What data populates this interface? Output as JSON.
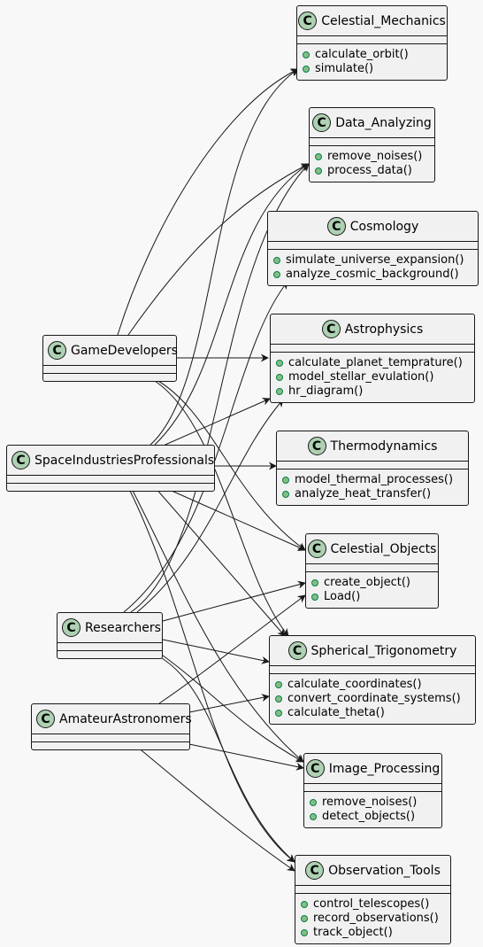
{
  "classes": [
    {
      "id": "celestial_mechanics",
      "name": "Celestial_Mechanics",
      "icon": "class-badge-icon",
      "methods": [
        "calculate_orbit()",
        "simulate()"
      ]
    },
    {
      "id": "data_analyzing",
      "name": "Data_Analyzing",
      "icon": "class-badge-icon",
      "methods": [
        "remove_noises()",
        "process_data()"
      ]
    },
    {
      "id": "cosmology",
      "name": "Cosmology",
      "icon": "class-badge-icon",
      "methods": [
        "simulate_universe_expansion()",
        "analyze_cosmic_background()"
      ]
    },
    {
      "id": "astrophysics",
      "name": "Astrophysics",
      "icon": "class-badge-icon",
      "methods": [
        "calculate_planet_temprature()",
        "model_stellar_evulation()",
        "hr_diagram()"
      ]
    },
    {
      "id": "thermodynamics",
      "name": "Thermodynamics",
      "icon": "class-badge-icon",
      "methods": [
        "model_thermal_processes()",
        "analyze_heat_transfer()"
      ]
    },
    {
      "id": "celestial_objects",
      "name": "Celestial_Objects",
      "icon": "class-badge-icon",
      "methods": [
        "create_object()",
        "Load()"
      ]
    },
    {
      "id": "spherical_trigonometry",
      "name": "Spherical_Trigonometry",
      "icon": "class-badge-icon",
      "methods": [
        "calculate_coordinates()",
        "convert_coordinate_systems()",
        "calculate_theta()"
      ]
    },
    {
      "id": "image_processing",
      "name": "Image_Processing",
      "icon": "class-badge-icon",
      "methods": [
        "remove_noises()",
        "detect_objects()"
      ]
    },
    {
      "id": "observation_tools",
      "name": "Observation_Tools",
      "icon": "class-badge-icon",
      "methods": [
        "control_telescopes()",
        "record_observations()",
        "track_object()"
      ]
    },
    {
      "id": "game_developers",
      "name": "GameDevelopers",
      "icon": "class-badge-icon",
      "methods": []
    },
    {
      "id": "space_industries_professionals",
      "name": "SpaceIndustriesProfessionals",
      "icon": "class-badge-icon",
      "methods": []
    },
    {
      "id": "researchers",
      "name": "Researchers",
      "icon": "class-badge-icon",
      "methods": []
    },
    {
      "id": "amateur_astronomers",
      "name": "AmateurAstronomers",
      "icon": "class-badge-icon",
      "methods": []
    }
  ],
  "badge_letter": "C",
  "colors": {
    "background": "#f8f8f8",
    "class_fill": "#f1f1f1",
    "badge_fill": "#add1b2",
    "method_dot": "#84be84",
    "line": "#181818"
  },
  "relations": [
    {
      "from": "game_developers",
      "to": "celestial_mechanics"
    },
    {
      "from": "game_developers",
      "to": "data_analyzing"
    },
    {
      "from": "game_developers",
      "to": "astrophysics"
    },
    {
      "from": "game_developers",
      "to": "celestial_objects"
    },
    {
      "from": "game_developers",
      "to": "spherical_trigonometry"
    },
    {
      "from": "space_industries_professionals",
      "to": "celestial_mechanics"
    },
    {
      "from": "space_industries_professionals",
      "to": "data_analyzing"
    },
    {
      "from": "space_industries_professionals",
      "to": "astrophysics"
    },
    {
      "from": "space_industries_professionals",
      "to": "thermodynamics"
    },
    {
      "from": "space_industries_professionals",
      "to": "celestial_objects"
    },
    {
      "from": "space_industries_professionals",
      "to": "spherical_trigonometry"
    },
    {
      "from": "space_industries_professionals",
      "to": "image_processing"
    },
    {
      "from": "space_industries_professionals",
      "to": "observation_tools"
    },
    {
      "from": "researchers",
      "to": "data_analyzing"
    },
    {
      "from": "researchers",
      "to": "cosmology"
    },
    {
      "from": "researchers",
      "to": "astrophysics"
    },
    {
      "from": "researchers",
      "to": "celestial_objects"
    },
    {
      "from": "researchers",
      "to": "spherical_trigonometry"
    },
    {
      "from": "researchers",
      "to": "image_processing"
    },
    {
      "from": "researchers",
      "to": "observation_tools"
    },
    {
      "from": "amateur_astronomers",
      "to": "celestial_objects"
    },
    {
      "from": "amateur_astronomers",
      "to": "spherical_trigonometry"
    },
    {
      "from": "amateur_astronomers",
      "to": "image_processing"
    },
    {
      "from": "amateur_astronomers",
      "to": "observation_tools"
    }
  ]
}
